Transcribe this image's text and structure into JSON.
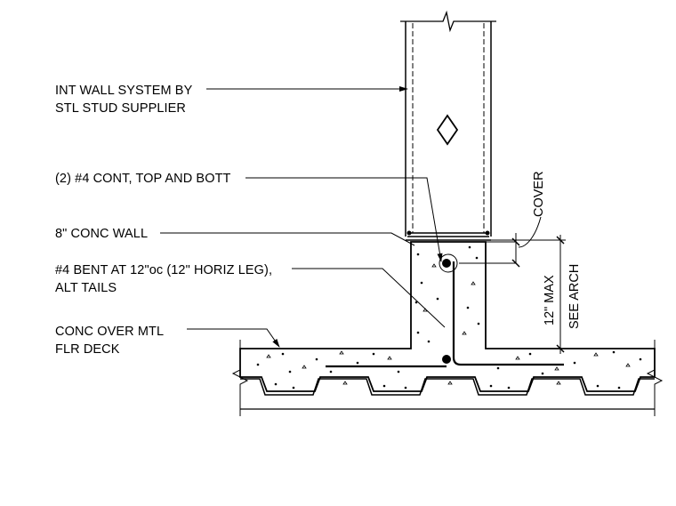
{
  "callouts": {
    "wall_system": [
      "INT WALL SYSTEM BY",
      "STL STUD SUPPLIER"
    ],
    "cont_bars": "(2) #4 CONT, TOP AND BOTT",
    "conc_wall": "8\" CONC WALL",
    "bent_bars": [
      "#4 BENT AT 12\"oc (12\" HORIZ LEG),",
      "ALT TAILS"
    ],
    "deck": [
      "CONC OVER MTL",
      "FLR DECK"
    ]
  },
  "dimensions": {
    "cover": "COVER",
    "max_height": "12\" MAX",
    "see_arch": "SEE ARCH"
  },
  "symbols": {
    "wall_tag": "diamond-icon",
    "break_mark": "break-line-icon"
  }
}
